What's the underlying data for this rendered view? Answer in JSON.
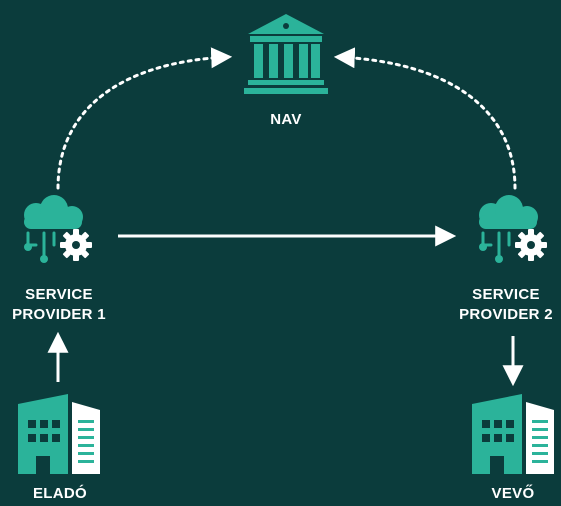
{
  "colors": {
    "background": "#0b3c3c",
    "accent": "#2bb39a",
    "white": "#ffffff"
  },
  "nodes": {
    "nav": {
      "label": "NAV",
      "icon": "bank-icon"
    },
    "provider1": {
      "line1": "SERVICE",
      "line2": "PROVIDER 1",
      "icon": "cloud-gear-icon"
    },
    "provider2": {
      "line1": "SERVICE",
      "line2": "PROVIDER 2",
      "icon": "cloud-gear-icon"
    },
    "seller": {
      "label": "ELADÓ",
      "icon": "office-building-icon"
    },
    "buyer": {
      "label": "VEVŐ",
      "icon": "office-building-icon"
    }
  }
}
